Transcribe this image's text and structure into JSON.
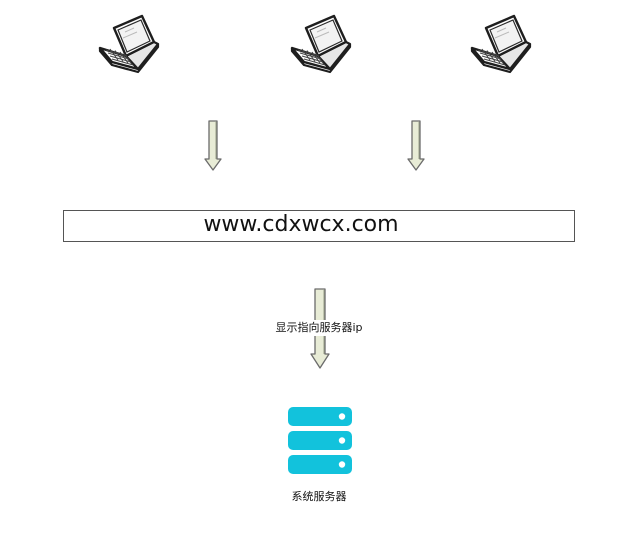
{
  "domain": {
    "text": "www.cdxwcx.com"
  },
  "dns": {
    "label": "显示指向服务器ip"
  },
  "server": {
    "label": "系统服务器"
  },
  "colors": {
    "arrow_fill": "#e8ecd6",
    "arrow_stroke": "#6b6b6b",
    "server_fill": "#12c2dc",
    "laptop_outline": "#222222"
  },
  "icons": {
    "clients": [
      "laptop-icon",
      "laptop-icon",
      "laptop-icon"
    ],
    "server": "server-stack-icon"
  }
}
